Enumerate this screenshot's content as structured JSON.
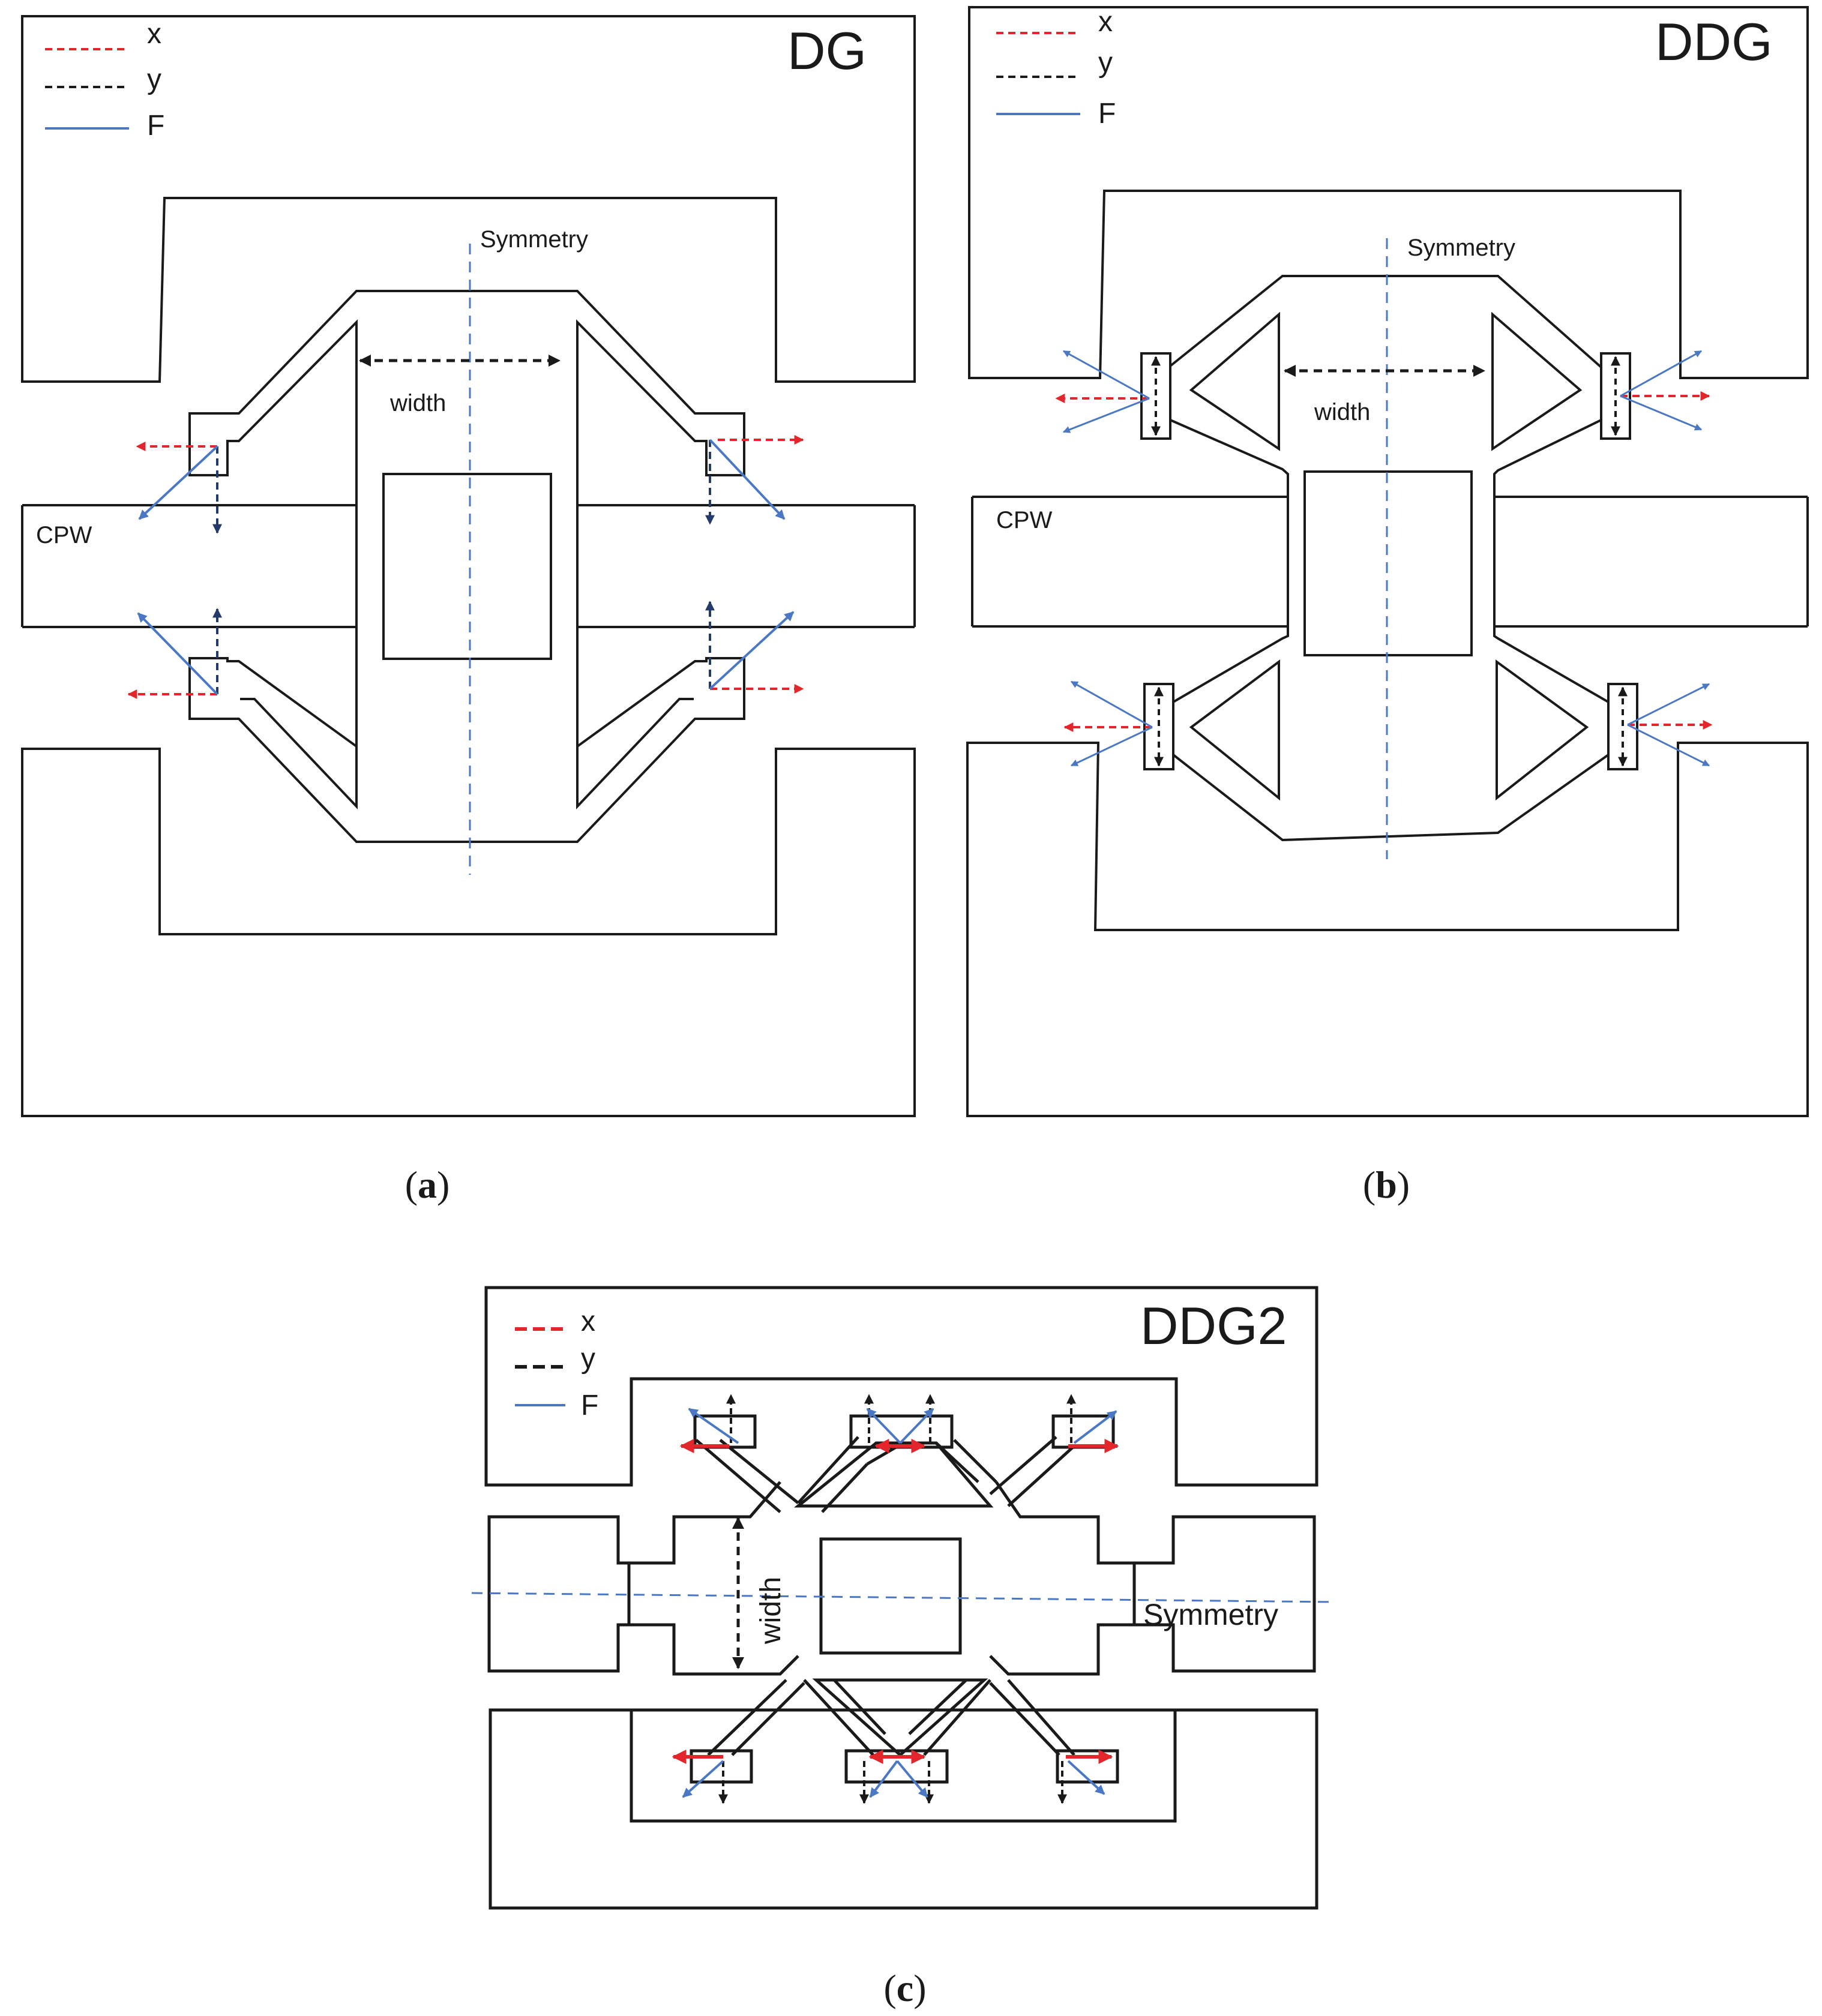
{
  "colors": {
    "x_arrow": "#e3262b",
    "y_arrow": "#1a1a1a",
    "y_arrow_dg": "#243a6b",
    "F_arrow": "#4a78c4",
    "symmetry_line": "#4a78c4",
    "outline": "#1a1a1a"
  },
  "legend": {
    "x": "x",
    "y": "y",
    "F": "F"
  },
  "panels": {
    "a": {
      "title": "DG",
      "symmetry": "Symmetry",
      "width": "width",
      "cpw": "CPW",
      "caption_open": "(",
      "caption_letter": "a",
      "caption_close": ")"
    },
    "b": {
      "title": "DDG",
      "symmetry": "Symmetry",
      "width": "width",
      "cpw": "CPW",
      "caption_open": "(",
      "caption_letter": "b",
      "caption_close": ")"
    },
    "c": {
      "title": "DDG2",
      "symmetry": "Symmetry",
      "width": "width",
      "caption_open": "(",
      "caption_letter": "c",
      "caption_close": ")"
    }
  }
}
